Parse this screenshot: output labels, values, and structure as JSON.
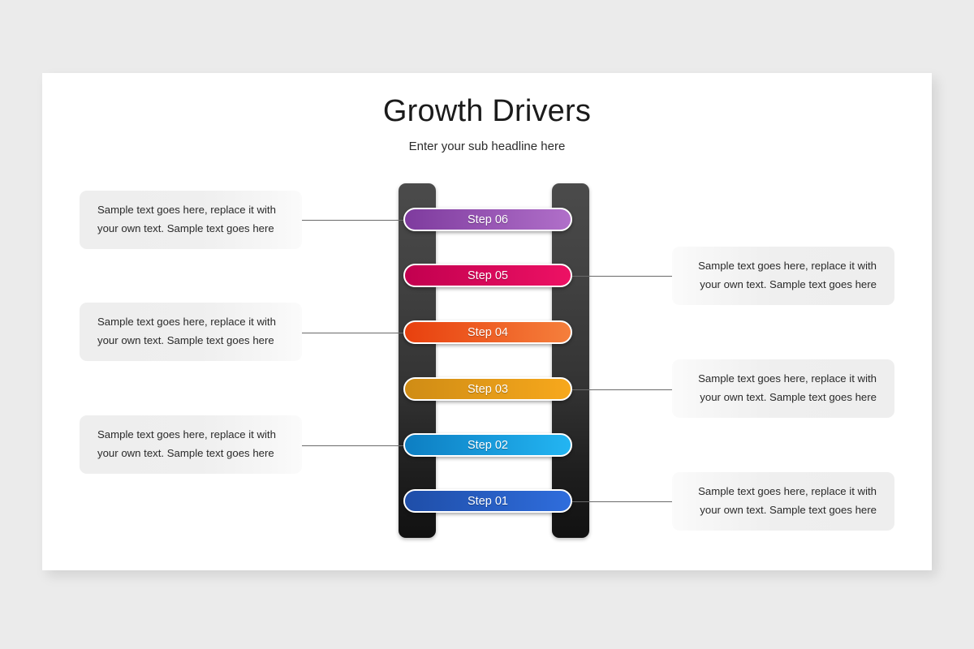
{
  "slide": {
    "title": "Growth Drivers",
    "subtitle": "Enter your sub headline here",
    "background_color": "#ebebeb",
    "canvas_color": "#ffffff"
  },
  "diagram": {
    "type": "ladder-infographic",
    "rail_color_top": "#4b4b4b",
    "rail_color_bottom": "#111111",
    "connector_color": "#6a6a6a",
    "marker_color": "#3c3c46",
    "marker_shape": "diamond",
    "steps": [
      {
        "label": "Step 06",
        "side": "left",
        "order": 6,
        "color_from": "#7e3b9e",
        "color_to": "#b06fc9",
        "body": [
          "Sample text goes here, replace it with",
          "your own text. Sample text goes here"
        ]
      },
      {
        "label": "Step 05",
        "side": "right",
        "order": 5,
        "color_from": "#c2004f",
        "color_to": "#ed1164",
        "body": [
          "Sample text goes here, replace it with",
          "your own text. Sample text goes here"
        ]
      },
      {
        "label": "Step 04",
        "side": "left",
        "order": 4,
        "color_from": "#e8400e",
        "color_to": "#f57f3c",
        "body": [
          "Sample text goes here, replace it with",
          "your own text. Sample text goes here"
        ]
      },
      {
        "label": "Step 03",
        "side": "right",
        "order": 3,
        "color_from": "#cf8c15",
        "color_to": "#f7a81c",
        "body": [
          "Sample text goes here, replace it with",
          "your own text. Sample text goes here"
        ]
      },
      {
        "label": "Step 02",
        "side": "left",
        "order": 2,
        "color_from": "#0d7ec2",
        "color_to": "#23b5f2",
        "body": [
          "Sample text goes here, replace it with",
          "your own text. Sample text goes here"
        ]
      },
      {
        "label": "Step 01",
        "side": "right",
        "order": 1,
        "color_from": "#1f4ea8",
        "color_to": "#2f6ddc",
        "body": [
          "Sample text goes here, replace it with",
          "your own text. Sample text goes here"
        ]
      }
    ]
  }
}
